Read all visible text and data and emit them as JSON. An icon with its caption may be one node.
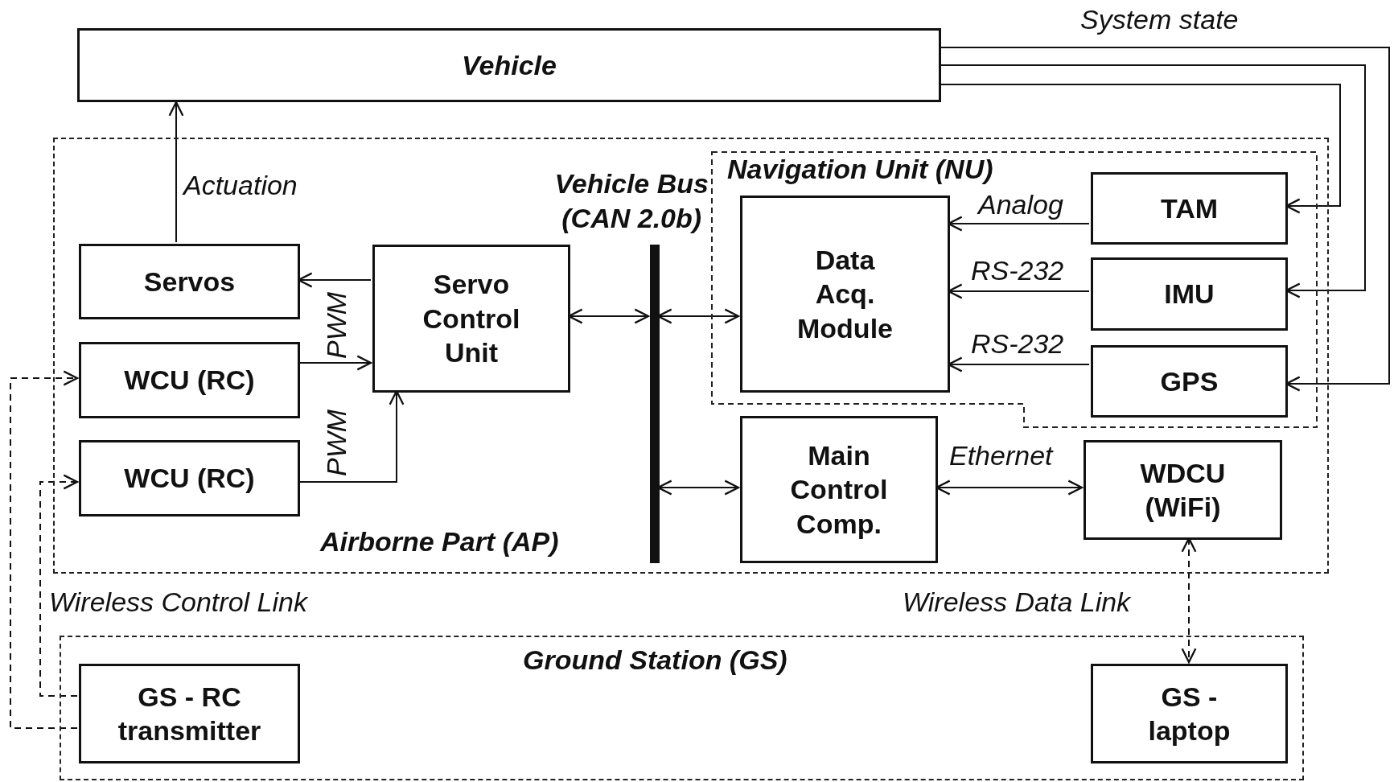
{
  "diagram": {
    "nodes": [
      {
        "text": [
          "Vehicle"
        ]
      },
      {
        "text": [
          "Airborne Part (AP)"
        ]
      },
      {
        "text": [
          "Servos"
        ],
        "in": 1
      },
      {
        "text": [
          "WCU (RC)"
        ],
        "in": 1
      },
      {
        "text": [
          "WCU (RC)"
        ],
        "in": 1
      },
      {
        "text": [
          "Servo Control Unit"
        ],
        "in": 1
      },
      {
        "text": [
          "Vehicle Bus (CAN 2.0b)"
        ],
        "in": 1
      },
      {
        "text": [
          "Navigation Unit (NU)"
        ],
        "in": 1
      },
      {
        "text": [
          "Data Acq. Module"
        ],
        "in": 7
      },
      {
        "text": [
          "TAM"
        ],
        "in": 7
      },
      {
        "text": [
          "IMU"
        ],
        "in": 7
      },
      {
        "text": [
          "GPS"
        ],
        "in": 7
      },
      {
        "text": [
          "Main Control Comp."
        ],
        "in": 1
      },
      {
        "text": [
          "WDCU (WiFi)"
        ],
        "in": 1
      },
      {
        "text": [
          "Ground Station (GS)"
        ]
      },
      {
        "text": [
          "GS - RC transmitter"
        ],
        "in": 14
      },
      {
        "text": [
          "GS - laptop"
        ],
        "in": 14
      }
    ],
    "edges": [
      {
        "from": 2,
        "to": 0,
        "arrow": "to",
        "label": "Actuation"
      },
      {
        "from": 5,
        "to": 2,
        "arrow": "to"
      },
      {
        "from": 3,
        "to": 5,
        "arrow": "to",
        "label": "PWM"
      },
      {
        "from": 4,
        "to": 5,
        "arrow": "to",
        "label": "PWM"
      },
      {
        "from": 5,
        "to": 6,
        "arrow": "both"
      },
      {
        "from": 6,
        "to": 8,
        "arrow": "both"
      },
      {
        "from": 6,
        "to": 12,
        "arrow": "both"
      },
      {
        "from": 9,
        "to": 8,
        "arrow": "to",
        "label": "Analog"
      },
      {
        "from": 10,
        "to": 8,
        "arrow": "to",
        "label": "RS-232"
      },
      {
        "from": 11,
        "to": 8,
        "arrow": "to",
        "label": "RS-232"
      },
      {
        "from": 12,
        "to": 13,
        "arrow": "both",
        "label": "Ethernet"
      },
      {
        "from": 0,
        "to": 9,
        "arrow": "to"
      },
      {
        "from": 0,
        "to": 10,
        "arrow": "to"
      },
      {
        "from": 0,
        "to": 11,
        "arrow": "to"
      },
      {
        "from": 13,
        "to": 16,
        "arrow": "both",
        "style": "dashed",
        "label": "Wireless Data Link"
      },
      {
        "from": 15,
        "to": 3,
        "arrow": "to",
        "style": "dashed"
      },
      {
        "from": 15,
        "to": 4,
        "arrow": "to",
        "style": "dashed"
      }
    ],
    "labels": [
      "System state",
      "Wireless Control Link"
    ]
  }
}
